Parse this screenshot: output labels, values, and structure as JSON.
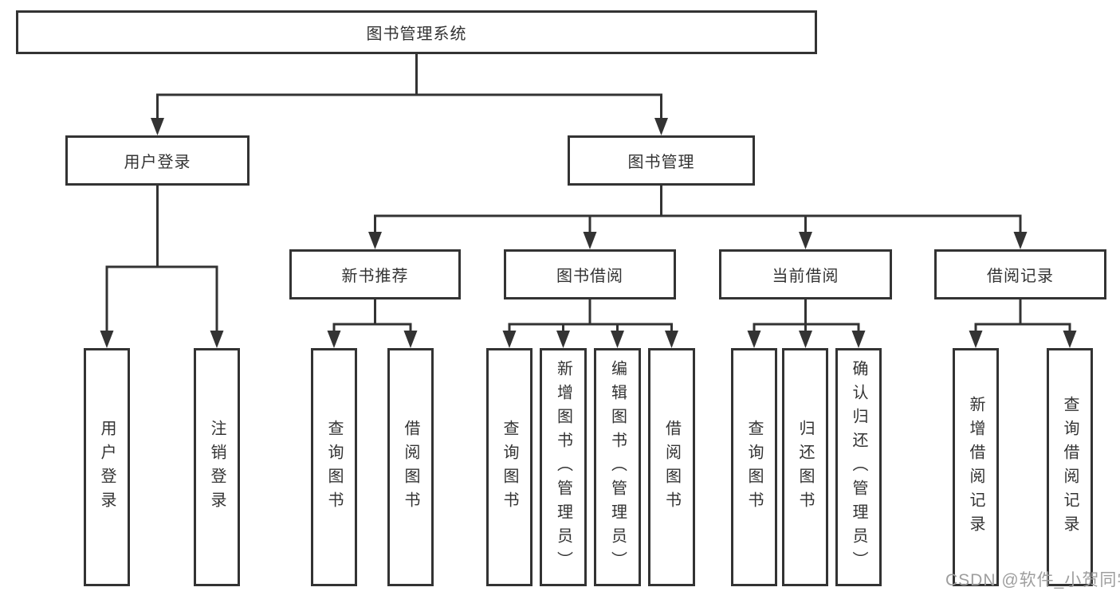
{
  "diagram": {
    "root": "图书管理系统",
    "branches": [
      {
        "label": "用户登录",
        "leaves": [
          "用户登录",
          "注销登录"
        ]
      },
      {
        "label": "图书管理",
        "groups": [
          {
            "label": "新书推荐",
            "leaves": [
              "查询图书",
              "借阅图书"
            ]
          },
          {
            "label": "图书借阅",
            "leaves": [
              "查询图书",
              "新增图书（管理员）",
              "编辑图书（管理员）",
              "借阅图书"
            ]
          },
          {
            "label": "当前借阅",
            "leaves": [
              "查询图书",
              "归还图书",
              "确认归还（管理员）"
            ]
          },
          {
            "label": "借阅记录",
            "leaves": [
              "新增借阅记录",
              "查询借阅记录"
            ]
          }
        ]
      }
    ]
  },
  "watermark": {
    "text": "CSDN @软件_小贺同学"
  },
  "colors": {
    "line": "#333333",
    "box_border": "#333333",
    "box_fill": "#ffffff",
    "text": "#333333",
    "watermark": "#9e9e9e"
  }
}
